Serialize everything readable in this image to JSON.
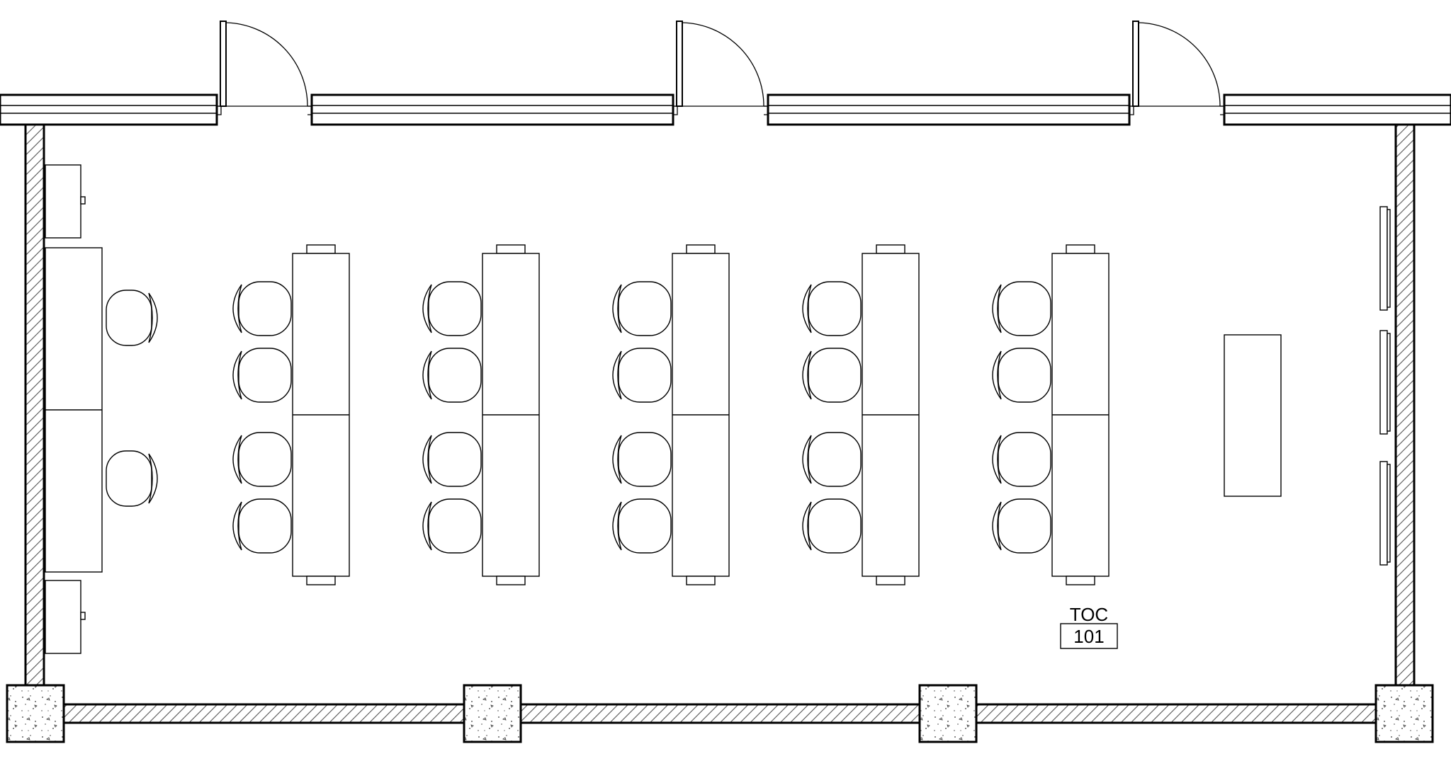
{
  "room": {
    "name": "TOC",
    "number": "101"
  },
  "colors": {
    "line": "#000000",
    "background": "#ffffff",
    "hatch": "#555555"
  },
  "counts": {
    "doors": 3,
    "table_rows": 5,
    "chairs_per_row": 4,
    "columns": 4
  }
}
